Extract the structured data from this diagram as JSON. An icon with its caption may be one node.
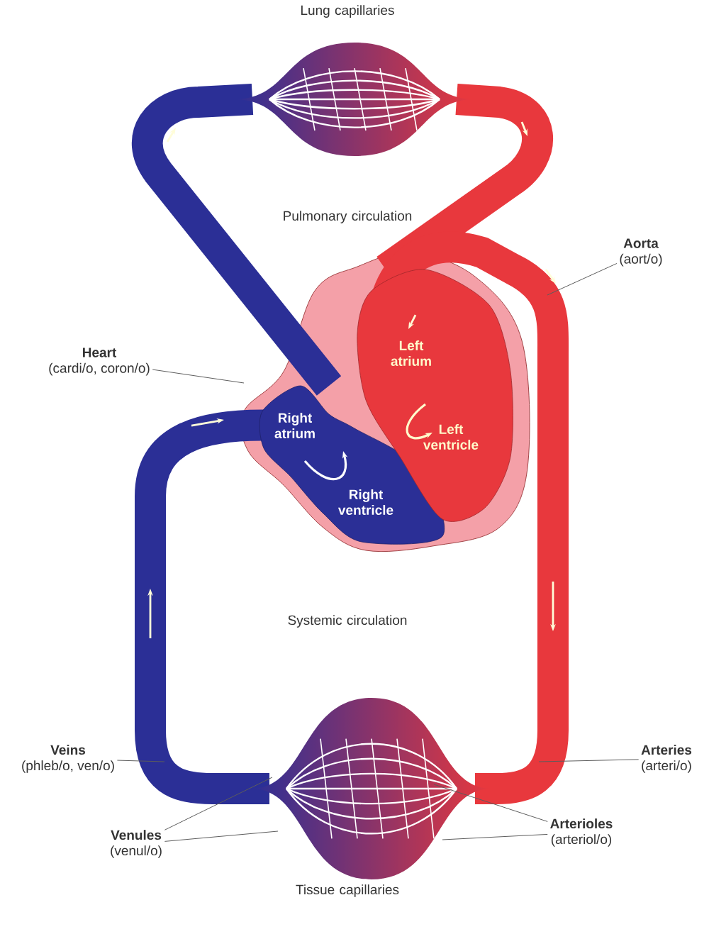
{
  "diagram": {
    "nodes": [
      {
        "text": [
          "Aorta",
          "(aort/o)"
        ]
      },
      {
        "text": [
          "Heart",
          "(cardi/o, coron/o)"
        ]
      },
      {
        "text": [
          "Veins",
          "(phleb/o, ven/o)"
        ]
      },
      {
        "text": [
          "Venules",
          "(venul/o)"
        ]
      },
      {
        "text": [
          "Arterioles",
          "(arteriol/o)"
        ]
      },
      {
        "text": [
          "Arteries",
          "(arteri/o)"
        ]
      }
    ],
    "edges": [
      {
        "from": 0,
        "to": null,
        "arrow": "none"
      },
      {
        "from": 1,
        "to": null,
        "arrow": "none"
      },
      {
        "from": 2,
        "to": null,
        "arrow": "none"
      },
      {
        "from": 3,
        "to": null,
        "arrow": "none"
      },
      {
        "from": 3,
        "to": null,
        "arrow": "none"
      },
      {
        "from": 4,
        "to": null,
        "arrow": "none"
      },
      {
        "from": 4,
        "to": null,
        "arrow": "none"
      },
      {
        "from": 5,
        "to": null,
        "arrow": "none"
      }
    ],
    "labels": [
      "Lung capillaries",
      "Pulmonary circulation",
      "Left atrium",
      "Right atrium",
      "Left ventricle",
      "Right ventricle",
      "Systemic circulation",
      "Tissue capillaries"
    ]
  }
}
